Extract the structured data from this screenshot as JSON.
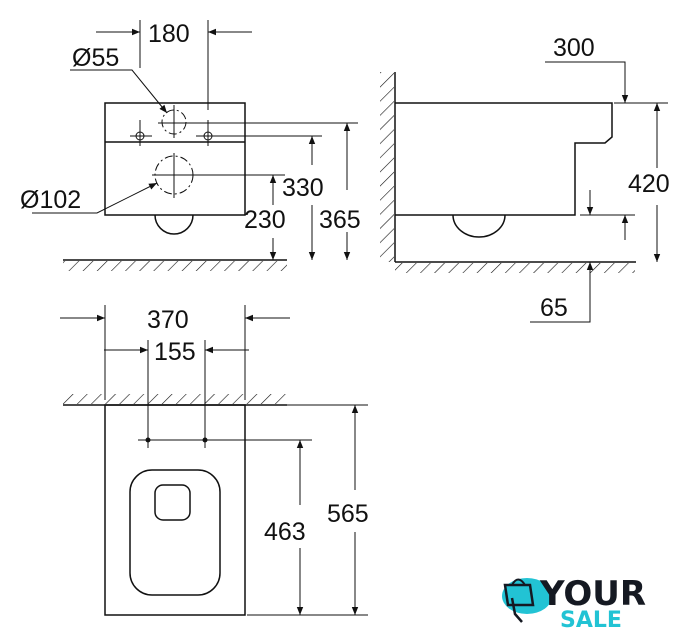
{
  "front_view": {
    "d_small": "Ø55",
    "d_large": "Ø102",
    "width_180": "180",
    "h_330": "330",
    "h_230": "230",
    "h_365": "365"
  },
  "side_view": {
    "depth_300": "300",
    "h_420": "420",
    "h_65": "65"
  },
  "top_view": {
    "w_370": "370",
    "w_155": "155",
    "l_463": "463",
    "l_565": "565"
  },
  "logo": {
    "line1": "YOUR",
    "line2": "SALE",
    "accent": "#22c3d4"
  }
}
